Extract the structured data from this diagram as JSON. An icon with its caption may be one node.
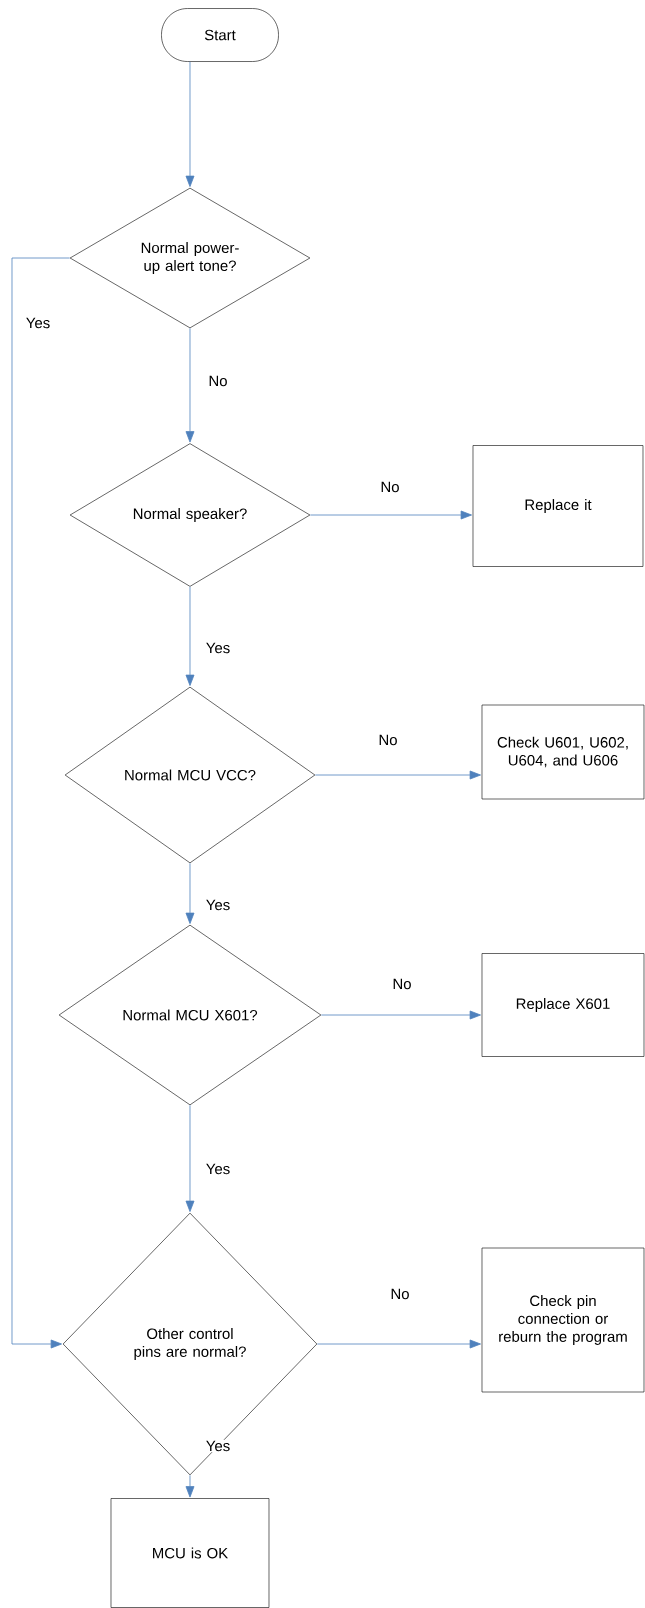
{
  "diagram": {
    "nodes": [
      {
        "text": [
          "Start"
        ]
      },
      {
        "text": [
          "Normal power-up alert tone?"
        ]
      },
      {
        "text": [
          "Normal speaker?"
        ]
      },
      {
        "text": [
          "Replace it"
        ]
      },
      {
        "text": [
          "Normal MCU VCC?"
        ]
      },
      {
        "text": [
          "Check U601, U602, U604, and U606"
        ]
      },
      {
        "text": [
          "Normal MCU X601?"
        ]
      },
      {
        "text": [
          "Replace X601"
        ]
      },
      {
        "text": [
          "Other control pins are normal?"
        ]
      },
      {
        "text": [
          "Check pin connection or reburn the program"
        ]
      },
      {
        "text": [
          "MCU is OK"
        ]
      }
    ],
    "edges": [
      {
        "from": 0,
        "to": 1,
        "arrow": "to"
      },
      {
        "from": 1,
        "to": 8,
        "arrow": "to",
        "label": "Yes"
      },
      {
        "from": 1,
        "to": 2,
        "arrow": "to",
        "label": "No"
      },
      {
        "from": 2,
        "to": 3,
        "arrow": "to",
        "label": "No"
      },
      {
        "from": 2,
        "to": 4,
        "arrow": "to",
        "label": "Yes"
      },
      {
        "from": 4,
        "to": 5,
        "arrow": "to",
        "label": "No"
      },
      {
        "from": 4,
        "to": 6,
        "arrow": "to",
        "label": "Yes"
      },
      {
        "from": 6,
        "to": 7,
        "arrow": "to",
        "label": "No"
      },
      {
        "from": 6,
        "to": 8,
        "arrow": "to",
        "label": "Yes"
      },
      {
        "from": 8,
        "to": 9,
        "arrow": "to",
        "label": "No"
      },
      {
        "from": 8,
        "to": 10,
        "arrow": "to",
        "label": "Yes"
      }
    ]
  }
}
